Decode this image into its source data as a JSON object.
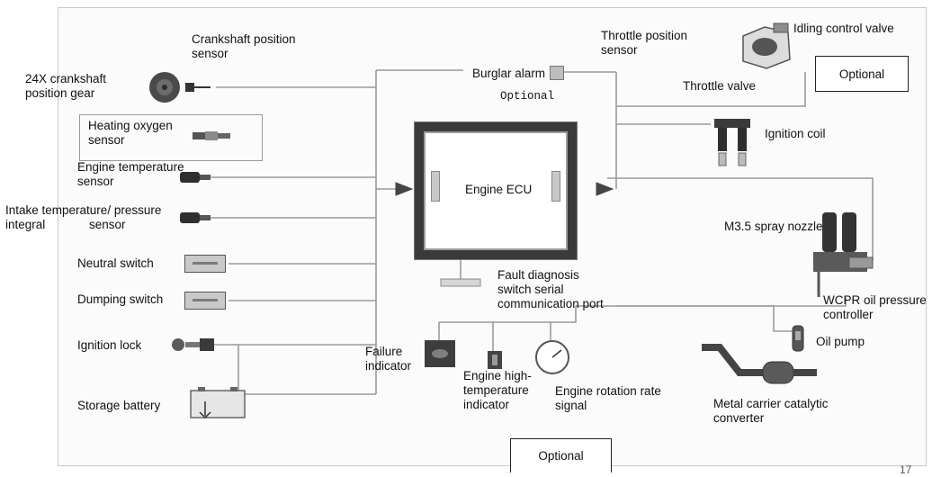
{
  "components": {
    "crankshaft_sensor": "Crankshaft position\nsensor",
    "crankshaft_gear": "24X crankshaft\nposition gear",
    "heating_oxygen": "Heating oxygen\nsensor",
    "engine_temp": "Engine temperature\nsensor",
    "intake_temp": "Intake temperature/ pressure\nintegral",
    "intake_sensor": "sensor",
    "neutral_switch": "Neutral switch",
    "dumping_switch": "Dumping switch",
    "ignition_lock": "Ignition lock",
    "storage_battery": "Storage battery",
    "burglar_alarm": "Burglar alarm",
    "burglar_optional": "Optional",
    "engine_ecu": "Engine ECU",
    "fault_diag": "Fault diagnosis\nswitch serial\ncommunication port",
    "failure_indicator": "Failure\nindicator",
    "high_temp_indicator": "Engine high-\ntemperature\nindicator",
    "rotation_signal": "Engine rotation rate\nsignal",
    "throttle_position": "Throttle position\nsensor",
    "idling_valve": "Idling control valve",
    "throttle_valve": "Throttle valve",
    "optional_top": "Optional",
    "ignition_coil": "Ignition coil",
    "spray_nozzle": "M3.5 spray nozzle",
    "wcpr": "WCPR oil pressure\ncontroller",
    "oil_pump": "Oil pump",
    "catalytic": "Metal carrier catalytic\nconverter",
    "optional_bottom": "Optional",
    "corner_mark": "17"
  },
  "colors": {
    "wire": "#9a9a9a",
    "arrow": "#444444",
    "ecu_frame": "#3a3a3a",
    "component": "#3c3c3c"
  }
}
